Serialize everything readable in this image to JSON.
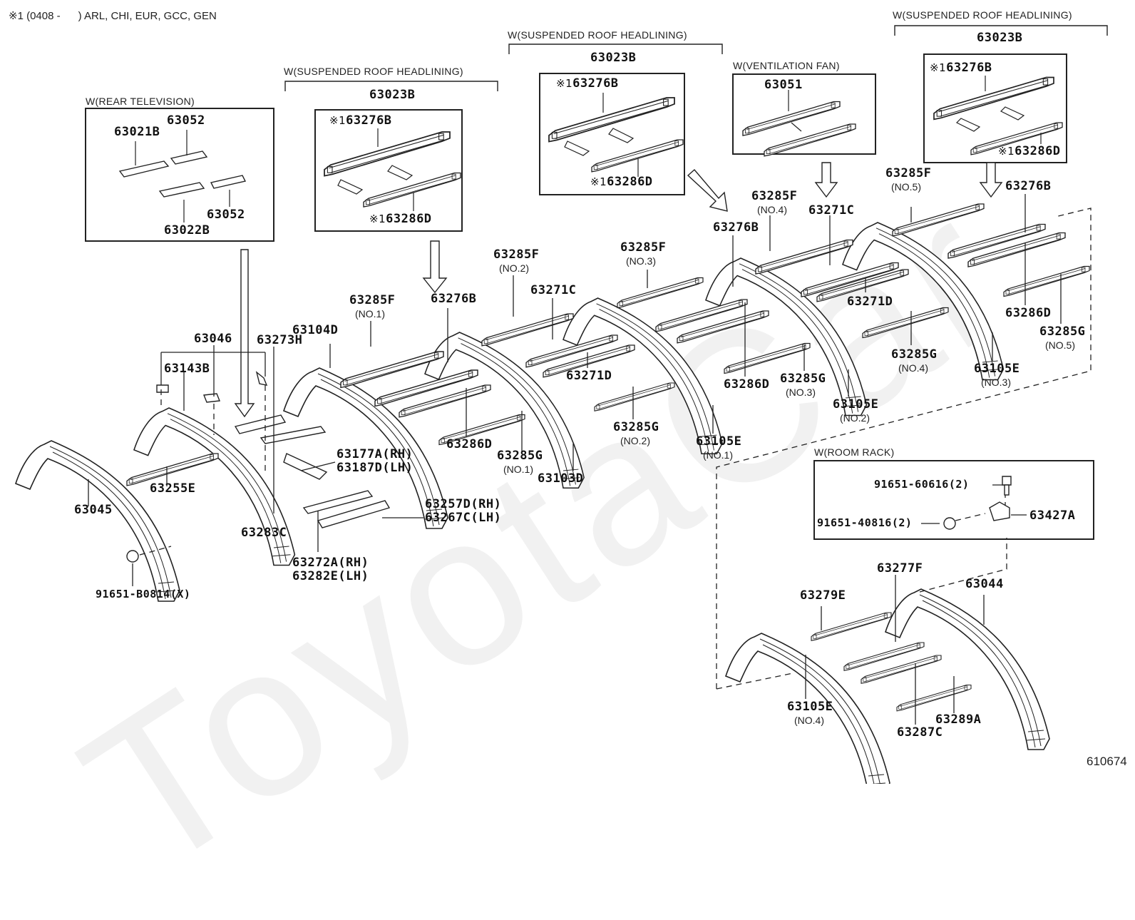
{
  "note": {
    "symbol": "※1",
    "range": "(0408 -      )",
    "markets": "ARL, CHI, EUR, GCC, GEN"
  },
  "figure_number": "610674",
  "watermark": "ToyotaCar",
  "groups": {
    "rear_tv": {
      "title": "W(REAR TELEVISION)",
      "parts": [
        "63021B",
        "63052",
        "63022B",
        "63052"
      ]
    },
    "headlining_1": {
      "title": "W(SUSPENDED ROOF HEADLINING)",
      "assembly": "63023B",
      "parts": [
        {
          "mark": "※1",
          "part": "63276B"
        },
        {
          "mark": "※1",
          "part": "63286D"
        }
      ]
    },
    "headlining_2": {
      "title": "W(SUSPENDED ROOF HEADLINING)",
      "assembly": "63023B",
      "parts": [
        {
          "mark": "※1",
          "part": "63276B"
        },
        {
          "mark": "※1",
          "part": "63286D"
        }
      ]
    },
    "vent_fan": {
      "title": "W(VENTILATION FAN)",
      "parts": [
        "63051"
      ]
    },
    "headlining_3": {
      "title": "W(SUSPENDED ROOF HEADLINING)",
      "assembly": "63023B",
      "parts": [
        {
          "mark": "※1",
          "part": "63276B"
        },
        {
          "mark": "※1",
          "part": "63286D"
        }
      ]
    },
    "room_rack": {
      "title": "W(ROOM RACK)",
      "parts": [
        "91651-60616(2)",
        "91651-40816(2)",
        "63427A"
      ]
    }
  },
  "parts": {
    "p63046": "63046",
    "p63143B": "63143B",
    "p63273H": "63273H",
    "p63104D": "63104D",
    "p63045": "63045",
    "p63255E": "63255E",
    "p63283C": "63283C",
    "bolt_front": "91651-B0814(X)",
    "p63177A": "63177A(RH)",
    "p63187D": "63187D(LH)",
    "p63257D": "63257D(RH)",
    "p63267C": "63267C(LH)",
    "p63272A": "63272A(RH)",
    "p63282E": "63282E(LH)",
    "f1": {
      "part": "63285F",
      "no": "(NO.1)"
    },
    "b1": "63276B",
    "d1": "63286D",
    "g1": {
      "part": "63285G",
      "no": "(NO.1)"
    },
    "p63103D": "63103D",
    "f2": {
      "part": "63285F",
      "no": "(NO.2)"
    },
    "c1": "63271C",
    "td1": "63271D",
    "g2": {
      "part": "63285G",
      "no": "(NO.2)"
    },
    "f3": {
      "part": "63285F",
      "no": "(NO.3)"
    },
    "b2": "63276B",
    "d2": "63286D",
    "g3": {
      "part": "63285G",
      "no": "(NO.3)"
    },
    "e1": {
      "part": "63105E",
      "no": "(NO.1)"
    },
    "f4": {
      "part": "63285F",
      "no": "(NO.4)"
    },
    "c2": "63271C",
    "td2": "63271D",
    "g4": {
      "part": "63285G",
      "no": "(NO.4)"
    },
    "e2": {
      "part": "63105E",
      "no": "(NO.2)"
    },
    "f5": {
      "part": "63285F",
      "no": "(NO.5)"
    },
    "b3": "63276B",
    "d3": "63286D",
    "g5": {
      "part": "63285G",
      "no": "(NO.5)"
    },
    "e3": {
      "part": "63105E",
      "no": "(NO.3)"
    },
    "p63277F": "63277F",
    "p63279E": "63279E",
    "p63044": "63044",
    "e4": {
      "part": "63105E",
      "no": "(NO.4)"
    },
    "p63289A": "63289A",
    "p63287C": "63287C"
  }
}
